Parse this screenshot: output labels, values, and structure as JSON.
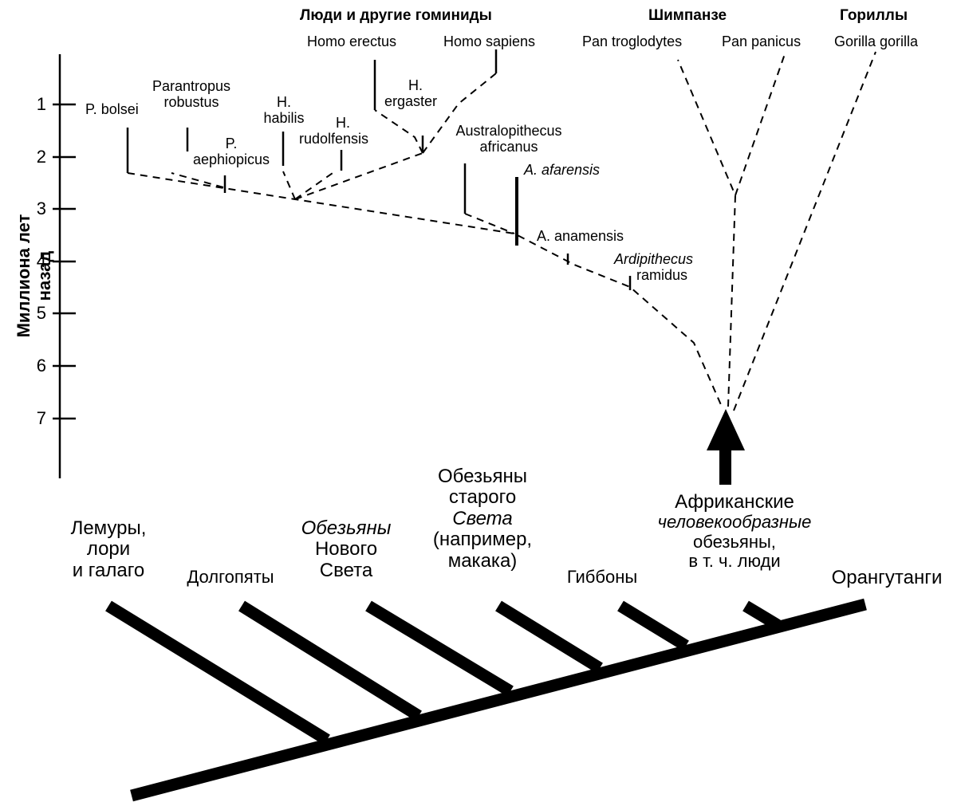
{
  "y_axis": {
    "label": "Миллиона лет назад",
    "ticks": [
      "1",
      "2",
      "3",
      "4",
      "5",
      "6",
      "7"
    ]
  },
  "groups": {
    "humans": "Люди и другие гоминиды",
    "chimps": "Шимпанзе",
    "gorillas": "Гориллы"
  },
  "species": {
    "homo_erectus": "Homo erectus",
    "homo_sapiens": "Homo sapiens",
    "pan_troglodytes": "Pan troglodytes",
    "pan_panicus": "Pan panicus",
    "gorilla_gorilla": "Gorilla gorilla",
    "p_bolsei": "P. bolsei",
    "parantropus_1": "Parantropus",
    "parantropus_2": "robustus",
    "h_habilis_1": "H.",
    "h_habilis_2": "habilis",
    "h_rudolfensis_1": "H.",
    "h_rudolfensis_2": "rudolfensis",
    "h_ergaster_1": "H.",
    "h_ergaster_2": "ergaster",
    "p_aephiopicus_1": "P.",
    "p_aephiopicus_2": "aephiopicus",
    "australopithecus_1": "Australopithecus",
    "australopithecus_2": "africanus",
    "a_afarensis": "A. afarensis",
    "a_anamensis": "A. anamensis",
    "ardipithecus_1": "Ardipithecus",
    "ardipithecus_2": "ramidus"
  },
  "lower_tree": {
    "lemurs": [
      "Лемуры,",
      "лори",
      "и галаго"
    ],
    "tarsiers": [
      "Долгопяты"
    ],
    "new_world": [
      "Обезьяны",
      "Нового",
      "Света"
    ],
    "old_world": [
      "Обезьяны",
      "старого",
      "Света",
      "(например,",
      "макака)"
    ],
    "gibbons": [
      "Гиббоны"
    ],
    "african_apes": [
      "Африканские",
      "человекообразные",
      "обезьяны,",
      "в т. ч. люди"
    ],
    "orangutans": [
      "Орангутанги"
    ]
  }
}
